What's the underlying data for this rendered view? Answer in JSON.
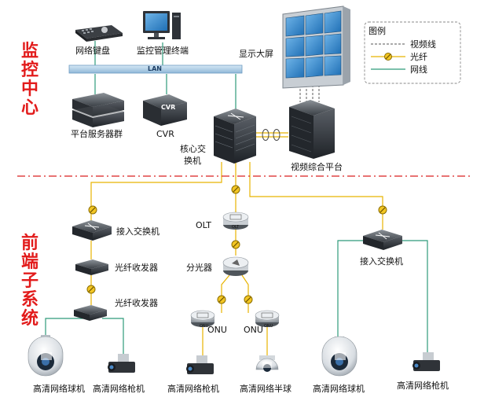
{
  "sections": {
    "top": "监控中心",
    "bottom": "前端子系统"
  },
  "legend": {
    "title": "图例",
    "items": [
      "视频线",
      "光纤",
      "网线"
    ]
  },
  "labels": {
    "keyboard": "网络键盘",
    "mgmt_terminal": "监控管理终端",
    "display_wall": "显示大屏",
    "lan": "LAN",
    "platform_servers": "平台服务器群",
    "cvr_device": "CVR",
    "cvr_label": "CVR",
    "core_switch_1": "核心交",
    "core_switch_2": "换机",
    "video_platform": "视频综合平台",
    "access_switch_left": "接入交换机",
    "fiber_transceiver_1": "光纤收发器",
    "fiber_transceiver_2": "光纤收发器",
    "olt": "OLT",
    "olt_device": "OLT",
    "splitter": "分光器",
    "onu_left": "ONU",
    "onu_right": "ONU",
    "onu_left_device": "ONU",
    "onu_right_device": "ONU",
    "access_switch_right": "接入交换机",
    "cam1": "高清网络球机",
    "cam2": "高清网络枪机",
    "cam3": "高清网络枪机",
    "cam4": "高清网络半球",
    "cam5": "高清网络球机",
    "cam6": "高清网络枪机"
  },
  "colors": {
    "section_text": "#e21b1b",
    "divider": "#d92020",
    "network_line": "#2f9b7a",
    "fiber_line": "#e8b400",
    "video_line": "#777777",
    "lan_bar": "#a9cce6"
  }
}
